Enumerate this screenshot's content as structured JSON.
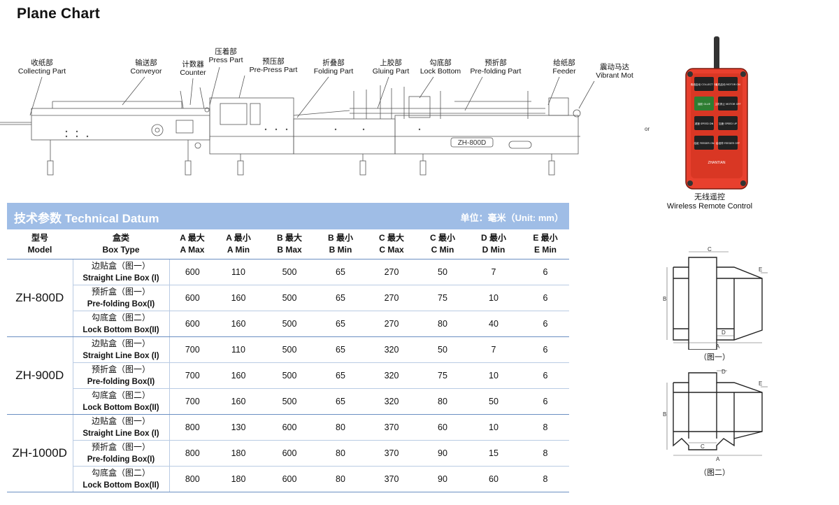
{
  "page_title": "Plane Chart",
  "machine": {
    "model_label": "ZH-800D",
    "parts": [
      {
        "cn": "收纸部",
        "en": "Collecting Part"
      },
      {
        "cn": "输送部",
        "en": "Conveyor"
      },
      {
        "cn": "计数器",
        "en": "Counter"
      },
      {
        "cn": "压着部",
        "en": "Press Part"
      },
      {
        "cn": "预压部",
        "en": "Pre-Press Part"
      },
      {
        "cn": "折叠部",
        "en": "Folding Part"
      },
      {
        "cn": "上胶部",
        "en": "Gluing Part"
      },
      {
        "cn": "勾底部",
        "en": "Lock Bottom"
      },
      {
        "cn": "预折部",
        "en": "Pre-folding Part"
      },
      {
        "cn": "给纸部",
        "en": "Feeder"
      },
      {
        "cn": "震动马达",
        "en": "Vibrant Mot"
      }
    ]
  },
  "separator_text": "or",
  "remote": {
    "cn": "无线遥控",
    "en": "Wireless Remote Control",
    "brand": "ZHANTIAN",
    "buttons": [
      "收纸启动 COLLECT ON",
      "主机启动 MOTOR ON",
      "接胶 GLUE",
      "主机停止 MOTOR OFF",
      "减速 SPEED DN",
      "加速 SPEED UP",
      "给纸 FEEDER ON",
      "给纸停 FEEDER OFF"
    ]
  },
  "banner": {
    "title": "技术参数  Technical Datum",
    "unit": "单位：毫米（Unit: mm）"
  },
  "table": {
    "headers": [
      {
        "cn": "型号",
        "en": "Model"
      },
      {
        "cn": "盒类",
        "en": "Box Type"
      },
      {
        "cn": "A 最大",
        "en": "A Max"
      },
      {
        "cn": "A 最小",
        "en": "A Min"
      },
      {
        "cn": "B 最大",
        "en": "B Max"
      },
      {
        "cn": "B 最小",
        "en": "B Min"
      },
      {
        "cn": "C 最大",
        "en": "C Max"
      },
      {
        "cn": "C 最小",
        "en": "C Min"
      },
      {
        "cn": "D 最小",
        "en": "D Min"
      },
      {
        "cn": "E 最小",
        "en": "E Min"
      }
    ],
    "groups": [
      {
        "model": "ZH-800D",
        "rows": [
          {
            "cn": "边贴盒（图一）",
            "en": "Straight Line Box (I)",
            "values": [
              "600",
              "110",
              "500",
              "65",
              "270",
              "50",
              "7",
              "6"
            ]
          },
          {
            "cn": "预折盒（图一）",
            "en": "Pre-folding Box(I)",
            "values": [
              "600",
              "160",
              "500",
              "65",
              "270",
              "75",
              "10",
              "6"
            ]
          },
          {
            "cn": "勾底盒（图二）",
            "en": "Lock Bottom Box(II)",
            "values": [
              "600",
              "160",
              "500",
              "65",
              "270",
              "80",
              "40",
              "6"
            ]
          }
        ]
      },
      {
        "model": "ZH-900D",
        "rows": [
          {
            "cn": "边贴盒（图一）",
            "en": "Straight Line Box (I)",
            "values": [
              "700",
              "110",
              "500",
              "65",
              "320",
              "50",
              "7",
              "6"
            ]
          },
          {
            "cn": "预折盒（图一）",
            "en": "Pre-folding Box(I)",
            "values": [
              "700",
              "160",
              "500",
              "65",
              "320",
              "75",
              "10",
              "6"
            ]
          },
          {
            "cn": "勾底盒（图二）",
            "en": "Lock Bottom Box(II)",
            "values": [
              "700",
              "160",
              "500",
              "65",
              "320",
              "80",
              "50",
              "6"
            ]
          }
        ]
      },
      {
        "model": "ZH-1000D",
        "rows": [
          {
            "cn": "边贴盒（图一）",
            "en": "Straight Line Box (I)",
            "values": [
              "800",
              "130",
              "600",
              "80",
              "370",
              "60",
              "10",
              "8"
            ]
          },
          {
            "cn": "预折盒（图一）",
            "en": "Pre-folding Box(I)",
            "values": [
              "800",
              "180",
              "600",
              "80",
              "370",
              "90",
              "15",
              "8"
            ]
          },
          {
            "cn": "勾底盒（图二）",
            "en": "Lock Bottom Box(II)",
            "values": [
              "800",
              "180",
              "600",
              "80",
              "370",
              "90",
              "60",
              "8"
            ]
          }
        ]
      }
    ]
  },
  "figures": {
    "fig1": {
      "caption": "（图一）",
      "dims": [
        "A",
        "B",
        "C",
        "D",
        "E"
      ]
    },
    "fig2": {
      "caption": "（图二）",
      "dims": [
        "A",
        "B",
        "C",
        "D",
        "E"
      ]
    }
  },
  "colors": {
    "banner": "#9fbde6",
    "remote_body": "#e8402e",
    "rule": "#6b8fc2"
  }
}
